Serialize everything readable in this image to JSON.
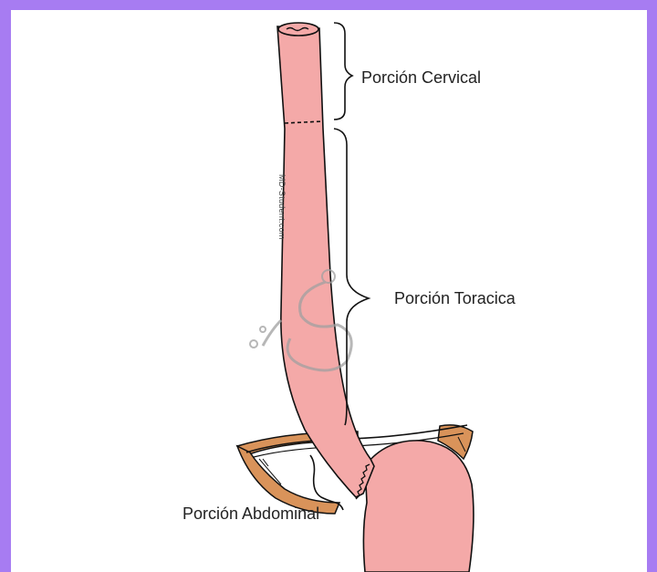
{
  "labels": {
    "cervical": "Porción Cervical",
    "toracica": "Porción Toracica",
    "abdominal": "Porción Abdominal"
  },
  "watermark": "MD-Student.com",
  "colors": {
    "background_border": "#a77cf2",
    "esophagus": "#f4a9a8",
    "diaphragm": "#d9935a",
    "outline": "#111111"
  },
  "icons": [
    "stethoscope-icon"
  ]
}
